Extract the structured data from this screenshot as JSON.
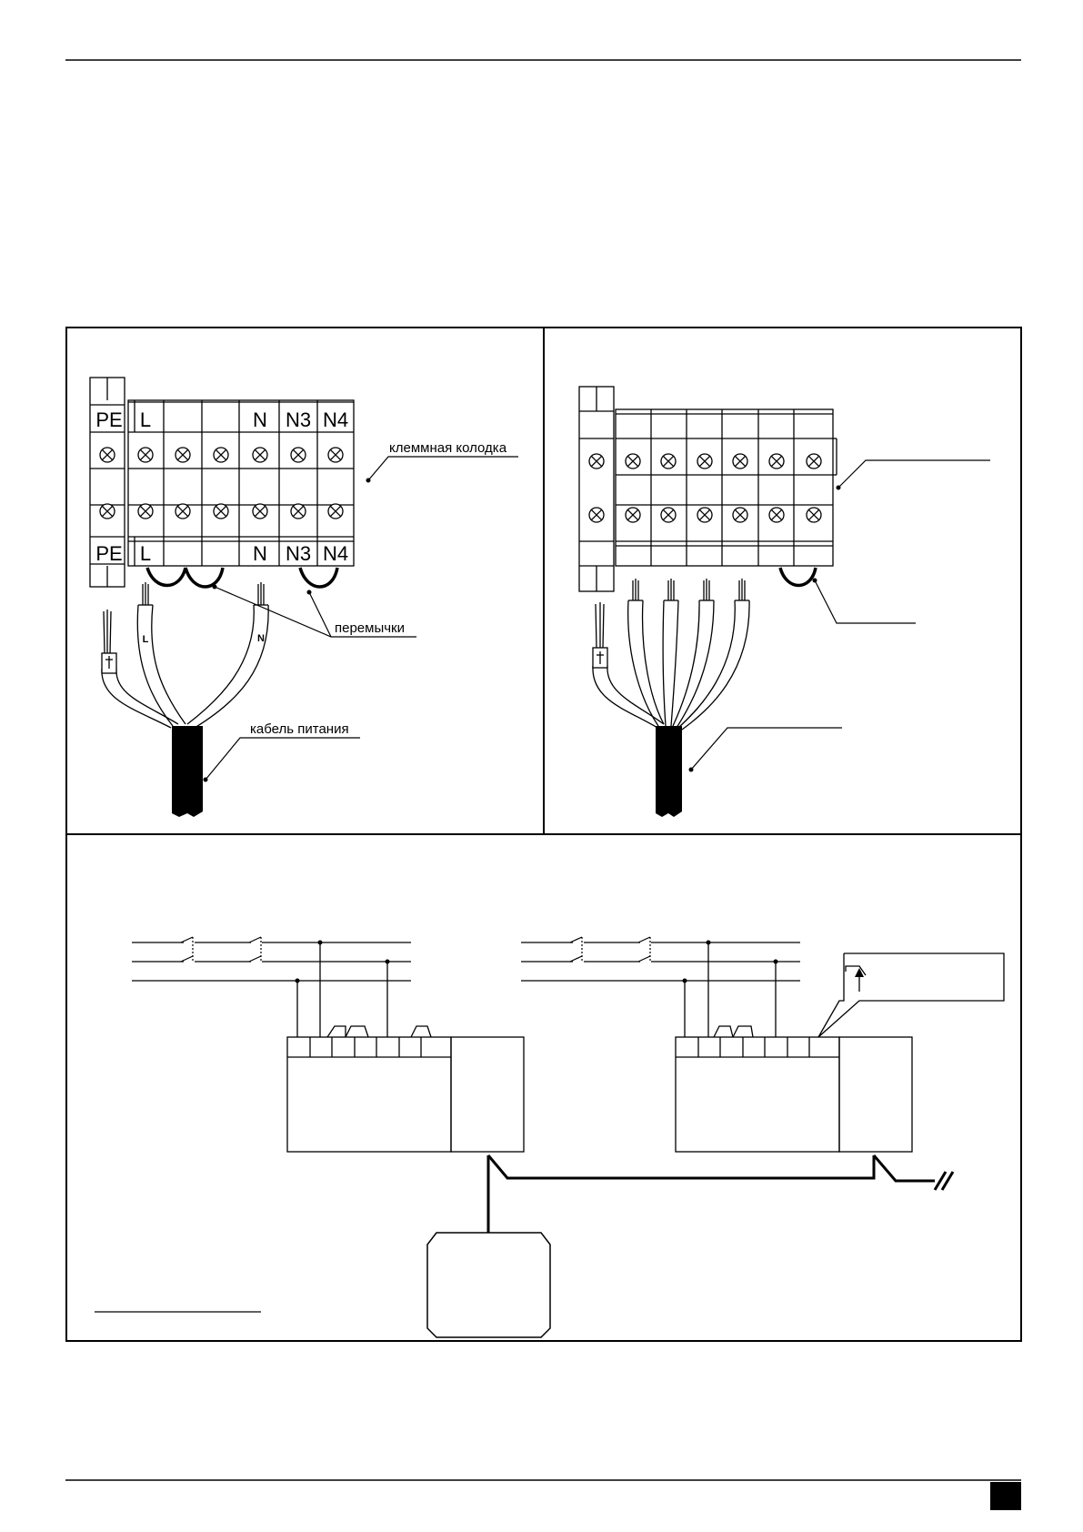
{
  "diagram_1": {
    "top_labels": [
      "PE",
      "L",
      "",
      "",
      "N",
      "N3",
      "N4"
    ],
    "bottom_labels": [
      "PE",
      "L",
      "",
      "",
      "N",
      "N3",
      "N4"
    ],
    "callout_terminal_block": "клеммная колодка",
    "callout_jumpers": "перемычки",
    "callout_cable": "кабель питания",
    "wire_L_mark": "L",
    "wire_N_mark": "N"
  },
  "diagram_2": {},
  "diagram_3": {},
  "footer": {}
}
